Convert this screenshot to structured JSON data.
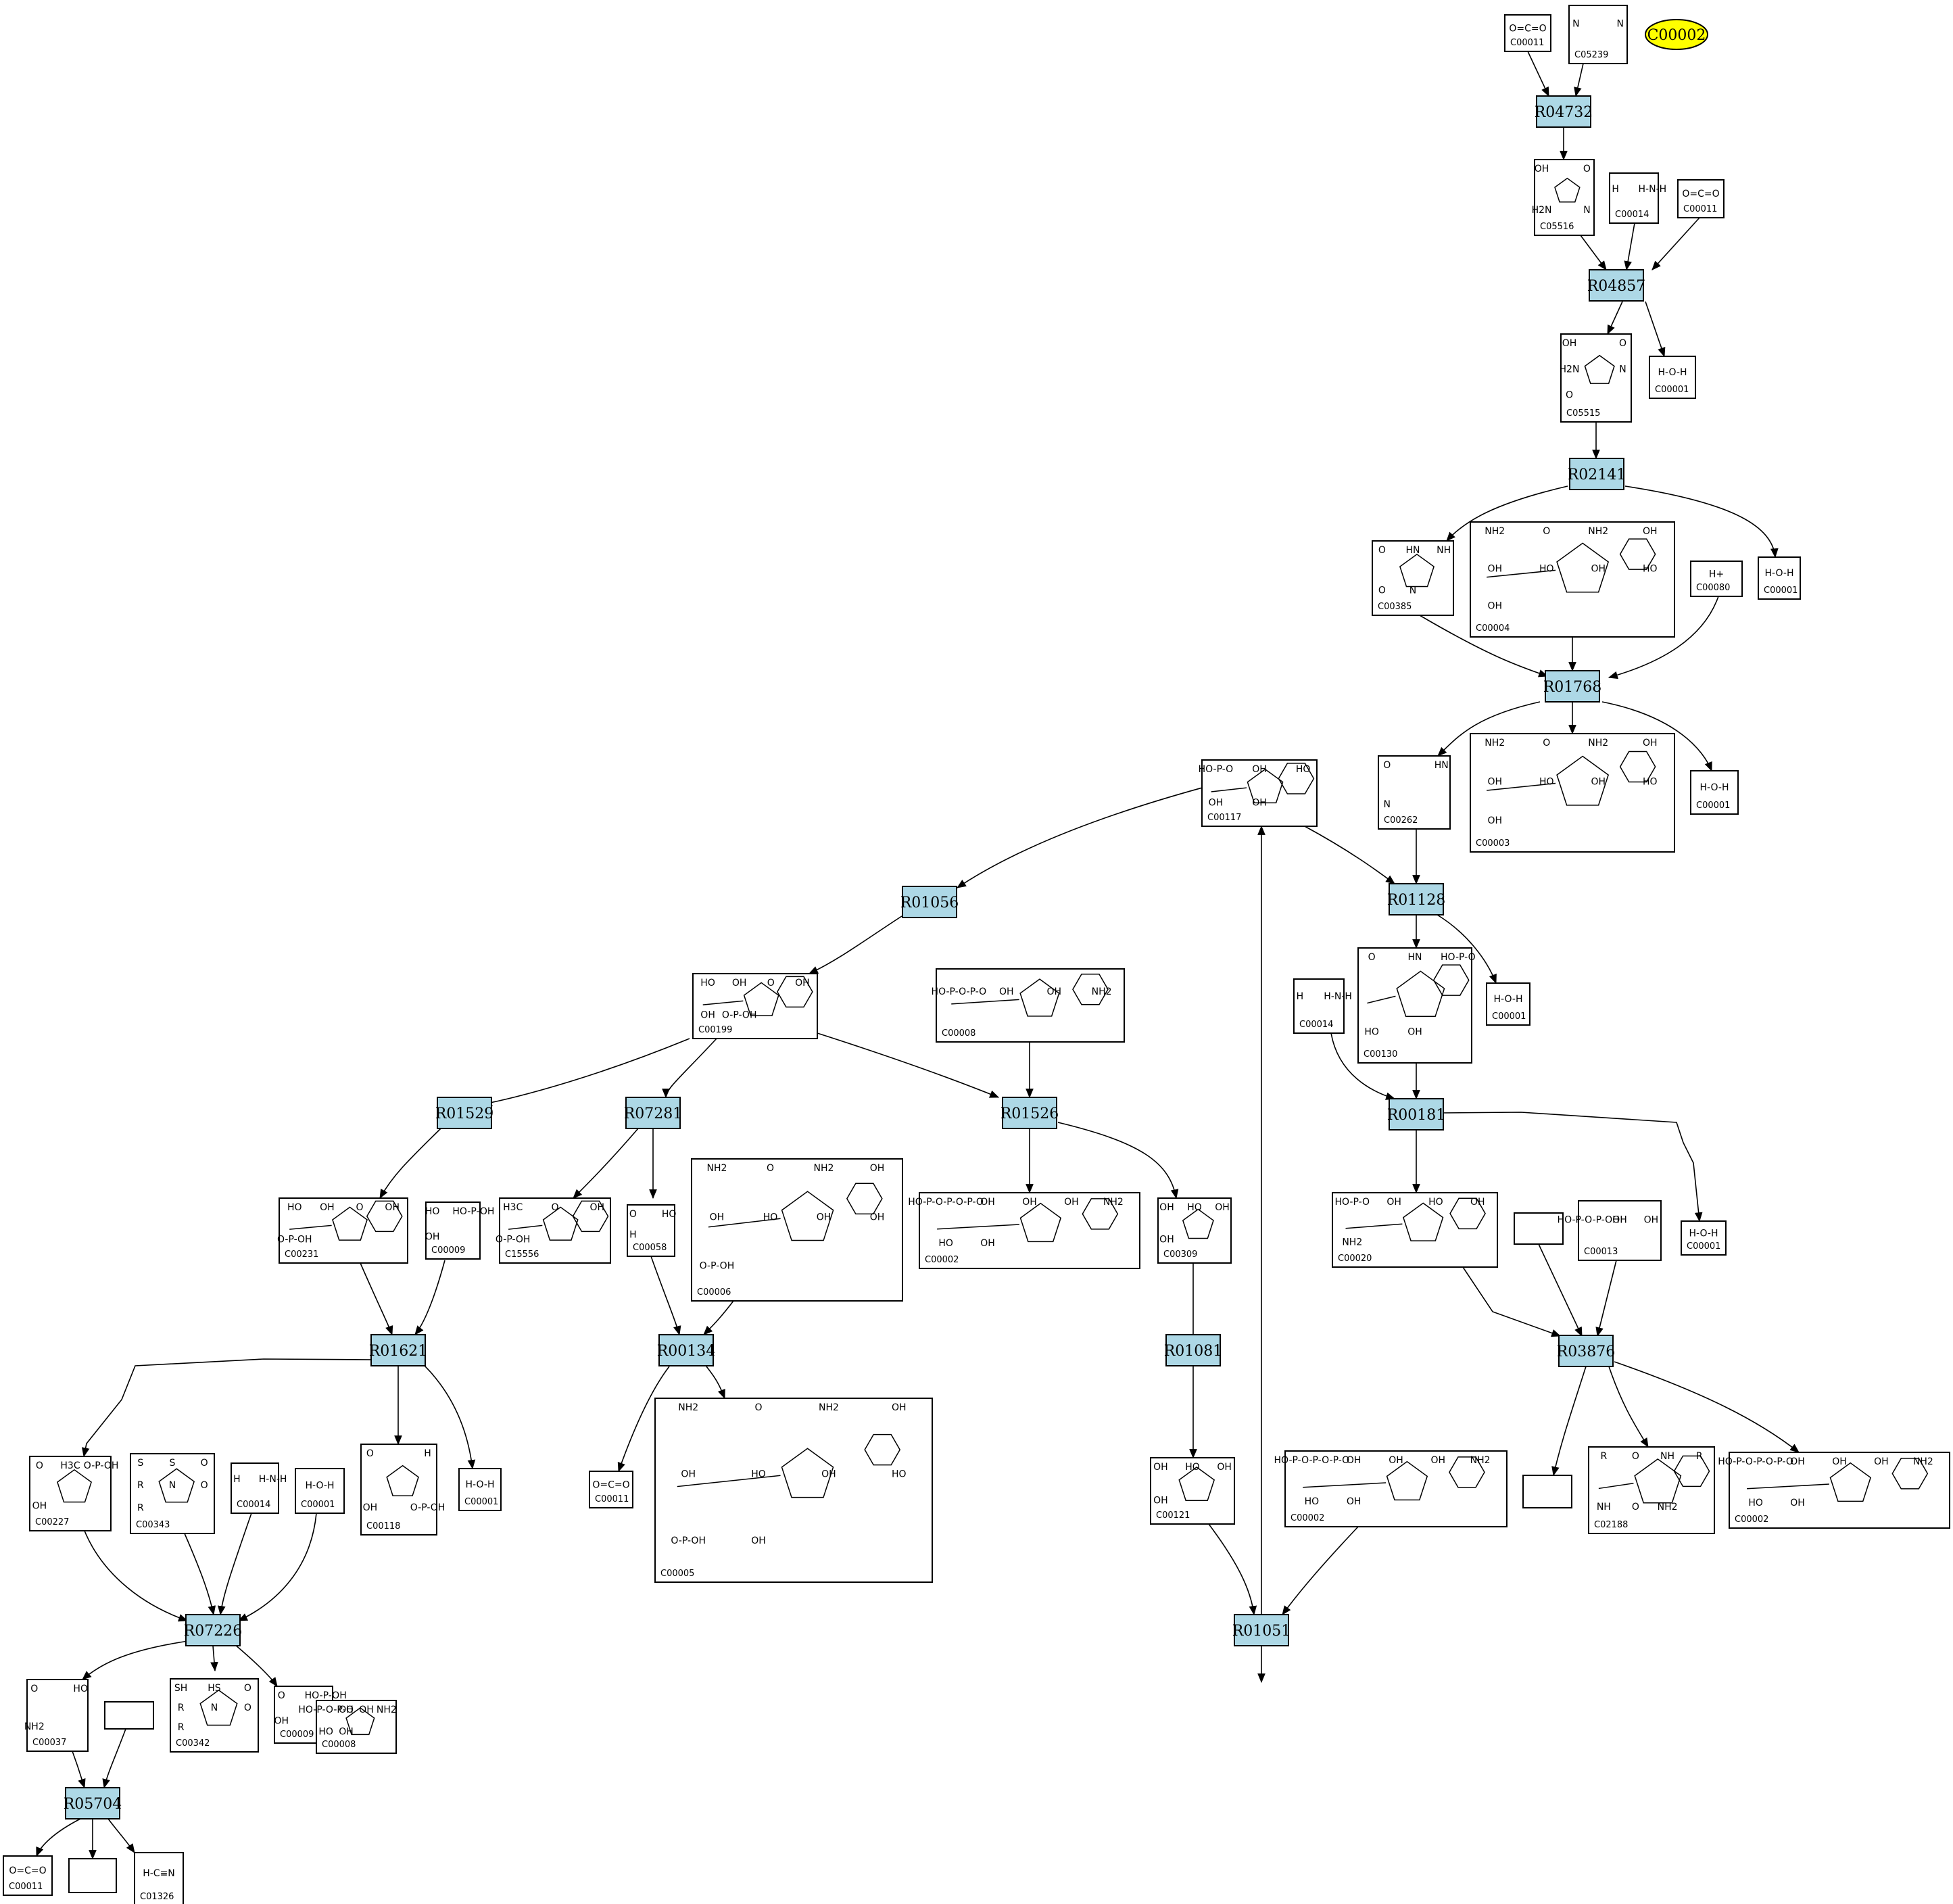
{
  "special": {
    "label": "C00002",
    "color": "#ffff00"
  },
  "reaction_color": "#add8e6",
  "reactions": [
    "R04732",
    "R04857",
    "R02141",
    "R01768",
    "R01128",
    "R01056",
    "R00181",
    "R01529",
    "R07281",
    "R01526",
    "R00134",
    "R01081",
    "R03876",
    "R01621",
    "R07226",
    "R01051",
    "R05704"
  ],
  "compounds": [
    {
      "id": "C00011",
      "labels": [
        "O=C=O"
      ]
    },
    {
      "id": "C05239",
      "labels": [
        "N",
        "N"
      ]
    },
    {
      "id": "C05516",
      "labels": [
        "OH",
        "O",
        "H2N",
        "N"
      ]
    },
    {
      "id": "C00014",
      "labels": [
        "H",
        "H-N-H"
      ]
    },
    {
      "id": "C00011",
      "labels": [
        "O=C=O"
      ]
    },
    {
      "id": "C05515",
      "labels": [
        "OH",
        "O",
        "H2N",
        "N",
        "O"
      ]
    },
    {
      "id": "C00001",
      "labels": [
        "H-O-H"
      ]
    },
    {
      "id": "C00385",
      "labels": [
        "O",
        "HN",
        "NH",
        "O",
        "N"
      ]
    },
    {
      "id": "C00004",
      "labels": [
        "NH2",
        "O",
        "NH2",
        "OH",
        "OH",
        "HO",
        "OH",
        "HO",
        "OH"
      ]
    },
    {
      "id": "C00080",
      "labels": [
        "H+"
      ]
    },
    {
      "id": "C00001",
      "labels": [
        "H-O-H"
      ]
    },
    {
      "id": "C00117",
      "labels": [
        "HO-P-O",
        "OH",
        "HO",
        "OH",
        "OH"
      ]
    },
    {
      "id": "C00262",
      "labels": [
        "O",
        "HN",
        "N"
      ]
    },
    {
      "id": "C00003",
      "labels": [
        "NH2",
        "O",
        "NH2",
        "OH",
        "OH",
        "HO",
        "OH",
        "HO",
        "OH"
      ]
    },
    {
      "id": "C00001",
      "labels": [
        "H-O-H"
      ]
    },
    {
      "id": "C00130",
      "labels": [
        "O",
        "HN",
        "HO-P-O",
        "HO",
        "OH"
      ]
    },
    {
      "id": "C00001",
      "labels": [
        "H-O-H"
      ]
    },
    {
      "id": "C00014",
      "labels": [
        "H",
        "H-N-H"
      ]
    },
    {
      "id": "C00199",
      "labels": [
        "HO",
        "OH",
        "O",
        "OH",
        "OH",
        "O-P-OH"
      ]
    },
    {
      "id": "C00008",
      "labels": [
        "HO-P-O-P-O",
        "OH",
        "OH",
        "NH2"
      ]
    },
    {
      "id": "C00231",
      "labels": [
        "HO",
        "OH",
        "O",
        "OH",
        "O-P-OH"
      ]
    },
    {
      "id": "C00009",
      "labels": [
        "HO",
        "HO-P-OH",
        "OH"
      ]
    },
    {
      "id": "C15556",
      "labels": [
        "H3C",
        "O",
        "OH",
        "O-P-OH"
      ]
    },
    {
      "id": "C00058",
      "labels": [
        "O",
        "HO",
        "H"
      ]
    },
    {
      "id": "C00006",
      "labels": [
        "NH2",
        "O",
        "NH2",
        "OH",
        "OH",
        "HO",
        "OH",
        "OH",
        "O-P-OH"
      ]
    },
    {
      "id": "C00002",
      "labels": [
        "HO-P-O-P-O-P-O",
        "OH",
        "OH",
        "OH",
        "NH2",
        "HO",
        "OH"
      ]
    },
    {
      "id": "C00309",
      "labels": [
        "OH",
        "HO",
        "OH",
        "OH"
      ]
    },
    {
      "id": "C00020",
      "labels": [
        "HO-P-O",
        "OH",
        "HO",
        "OH",
        "NH2"
      ]
    },
    {
      "id": "",
      "labels": []
    },
    {
      "id": "C00013",
      "labels": [
        "HO-P-O-P-OH",
        "OH",
        "OH"
      ]
    },
    {
      "id": "C00001",
      "labels": [
        "H-O-H"
      ]
    },
    {
      "id": "C00227",
      "labels": [
        "O",
        "H3C",
        "O-P-OH",
        "OH"
      ]
    },
    {
      "id": "C00343",
      "labels": [
        "S",
        "S",
        "O",
        "R",
        "N",
        "O",
        "R"
      ]
    },
    {
      "id": "C00014",
      "labels": [
        "H",
        "H-N-H"
      ]
    },
    {
      "id": "C00001",
      "labels": [
        "H-O-H"
      ]
    },
    {
      "id": "C00118",
      "labels": [
        "O",
        "H",
        "OH",
        "O-P-OH"
      ]
    },
    {
      "id": "C00001",
      "labels": [
        "H-O-H"
      ]
    },
    {
      "id": "C00011",
      "labels": [
        "O=C=O"
      ]
    },
    {
      "id": "C00005",
      "labels": [
        "NH2",
        "O",
        "NH2",
        "OH",
        "OH",
        "HO",
        "OH",
        "HO",
        "O-P-OH",
        "OH"
      ]
    },
    {
      "id": "C00121",
      "labels": [
        "OH",
        "HO",
        "OH",
        "OH"
      ]
    },
    {
      "id": "C00002",
      "labels": [
        "HO-P-O-P-O-P-O",
        "OH",
        "OH",
        "OH",
        "NH2",
        "HO",
        "OH"
      ]
    },
    {
      "id": "",
      "labels": []
    },
    {
      "id": "C02188",
      "labels": [
        "R",
        "O",
        "NH",
        "R",
        "NH",
        "O",
        "NH2"
      ]
    },
    {
      "id": "C00002",
      "labels": [
        "HO-P-O-P-O-P-O",
        "OH",
        "OH",
        "OH",
        "NH2",
        "HO",
        "OH"
      ]
    },
    {
      "id": "C00037",
      "labels": [
        "O",
        "HO",
        "NH2"
      ]
    },
    {
      "id": "",
      "labels": []
    },
    {
      "id": "C00342",
      "labels": [
        "SH",
        "HS",
        "O",
        "R",
        "N",
        "O",
        "R"
      ]
    },
    {
      "id": "C00009",
      "labels": [
        "O",
        "HO-P-OH",
        "OH"
      ]
    },
    {
      "id": "C00008",
      "labels": [
        "HO-P-O-P-O",
        "OH",
        "OH",
        "NH2",
        "HO",
        "OH"
      ]
    },
    {
      "id": "C00011",
      "labels": [
        "O=C=O"
      ]
    },
    {
      "id": "",
      "labels": []
    },
    {
      "id": "C01326",
      "labels": [
        "H-C≡N"
      ]
    }
  ]
}
